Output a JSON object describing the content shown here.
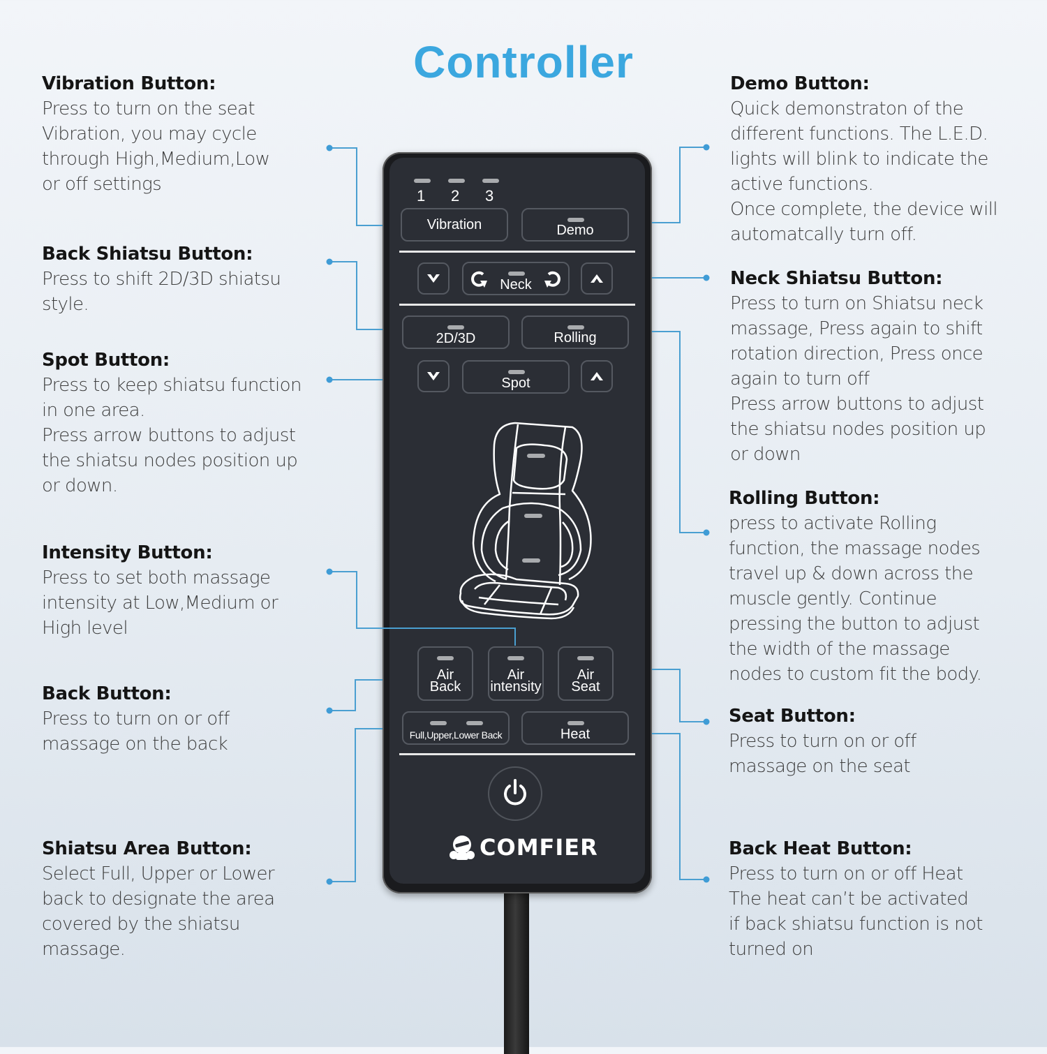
{
  "title": "Controller",
  "accent_color": "#3ba7df",
  "left_notes": [
    {
      "heading": "Vibration Button:",
      "body": "Press to turn on the seat\nVibration, you may cycle\nthrough High,Medium,Low\nor off settings"
    },
    {
      "heading": "Back Shiatsu Button:",
      "body": "Press to shift 2D/3D shiatsu\nstyle."
    },
    {
      "heading": "Spot Button:",
      "body": "Press to keep shiatsu function\nin one area.\nPress arrow buttons to adjust\nthe shiatsu nodes position up\nor down."
    },
    {
      "heading": "Intensity Button:",
      "body": "Press to set both massage\nintensity at Low,Medium or\nHigh level"
    },
    {
      "heading": "Back Button:",
      "body": "Press to turn on or off\nmassage on the back"
    },
    {
      "heading": "Shiatsu Area Button:",
      "body": "Select Full, Upper or Lower\nback to designate the area\ncovered by the shiatsu\nmassage."
    }
  ],
  "right_notes": [
    {
      "heading": "Demo Button:",
      "body": "Quick demonstraton of the\ndifferent functions. The L.E.D.\nlights will blink to indicate the\nactive functions.\nOnce complete, the device will\nautomatcally turn off."
    },
    {
      "heading": "Neck Shiatsu Button:",
      "body": "Press to turn on Shiatsu neck\nmassage, Press again to shift\nrotation direction, Press once\nagain to turn off\nPress arrow buttons to adjust\nthe shiatsu nodes position up\nor down"
    },
    {
      "heading": "Rolling Button:",
      "body": "press to activate Rolling\nfunction, the massage nodes\ntravel up & down across the\nmuscle gently. Continue\npressing the button to adjust\nthe width of the massage\nnodes to custom fit the body."
    },
    {
      "heading": "Seat Button:",
      "body": "Press to turn on or off\nmassage on the seat"
    },
    {
      "heading": "Back Heat Button:",
      "body": "Press to turn on or off Heat\nThe heat can’t be activated\nif back shiatsu function is not\nturned on"
    }
  ],
  "remote": {
    "vibration_levels": [
      "1",
      "2",
      "3"
    ],
    "buttons": {
      "vibration": "Vibration",
      "demo": "Demo",
      "neck": "Neck",
      "mode_2d3d": "2D/3D",
      "rolling": "Rolling",
      "spot": "Spot",
      "air_back_1": "Air",
      "air_back_2": "Back",
      "air_intensity_1": "Air",
      "air_intensity_2": "intensity",
      "air_seat_1": "Air",
      "air_seat_2": "Seat",
      "area": "Full,Upper,Lower Back",
      "heat": "Heat"
    },
    "icons": {
      "neck_down": "chevron-down-icon",
      "neck_up": "chevron-up-icon",
      "spot_down": "chevron-down-icon",
      "spot_up": "chevron-up-icon",
      "rotate_ccw": "rotate-ccw-icon",
      "rotate_cw": "rotate-cw-icon",
      "power": "power-icon",
      "seat": "massage-seat-icon"
    },
    "brand": "COMFIER"
  }
}
